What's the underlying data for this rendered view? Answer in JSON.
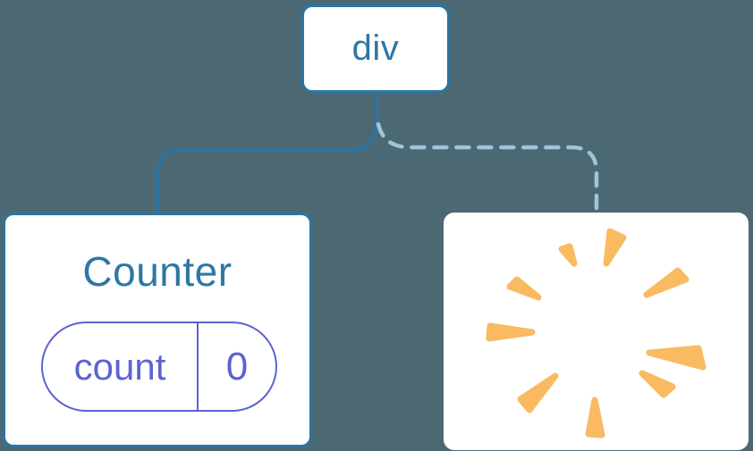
{
  "diagram": {
    "root_node": {
      "label": "div"
    },
    "counter_node": {
      "title": "Counter",
      "state_key": "count",
      "state_value": "0"
    },
    "removed_node": {
      "icon": "poof-icon"
    }
  },
  "colors": {
    "background": "#4c6973",
    "box_fill": "#ffffff",
    "box_border": "#2b74a3",
    "root_text": "#2e76a4",
    "title_text": "#2e77a3",
    "state_color": "#5b63d2",
    "solid_line": "#2b74a3",
    "dashed_line": "#9fc4db",
    "spark": "#f9ba62"
  }
}
